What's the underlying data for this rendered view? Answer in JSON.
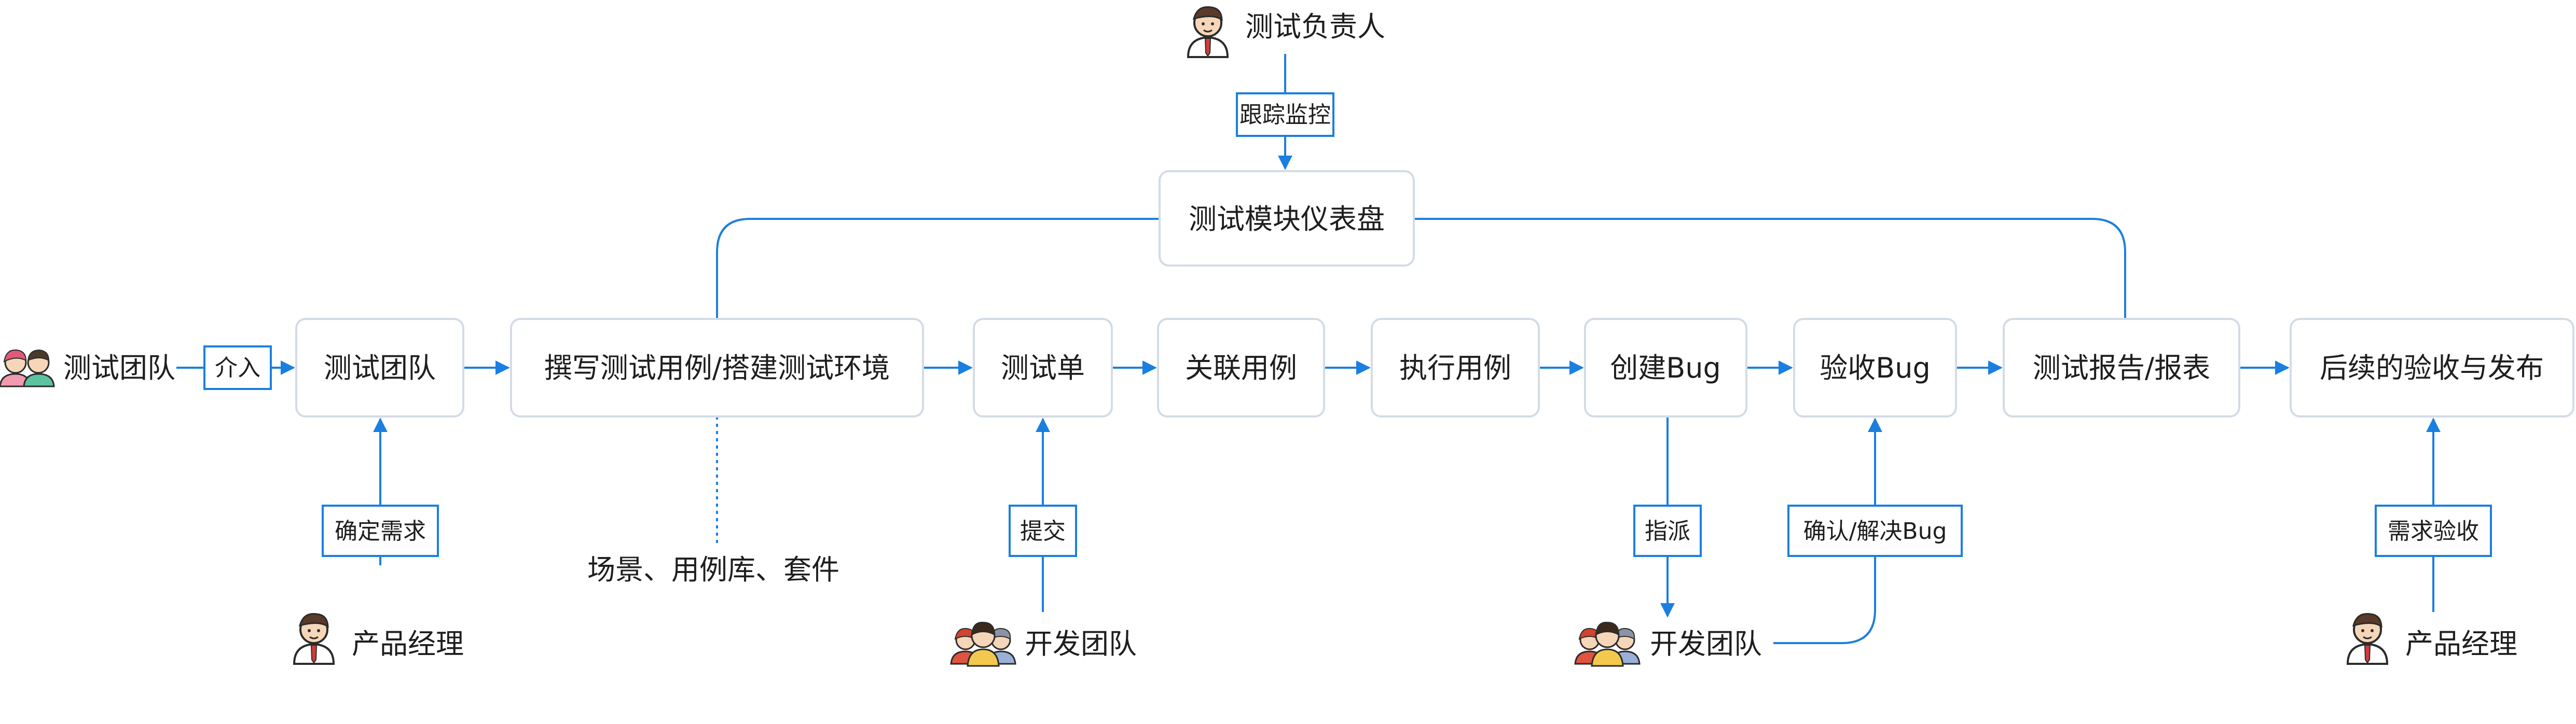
{
  "top_actor": {
    "label": "测试负责人",
    "icon": "manager-avatar-icon"
  },
  "top_edge_label": "跟踪监控",
  "dashboard": "测试模块仪表盘",
  "flow": {
    "test_team": "测试团队",
    "write_cases": "撰写测试用例/搭建测试环境",
    "test_sheet": "测试单",
    "link_cases": "关联用例",
    "run_cases": "执行用例",
    "create_bug": "创建Bug",
    "verify_bug": "验收Bug",
    "report": "测试报告/报表",
    "release": "后续的验收与发布"
  },
  "left_actor": {
    "label": "测试团队",
    "icon": "team-avatars-icon"
  },
  "left_edge_label": "介入",
  "pm1": {
    "label": "产品经理",
    "icon": "manager-avatar-icon"
  },
  "pm1_edge_label": "确定需求",
  "cases_note": "场景、用例库、套件",
  "dev1": {
    "label": "开发团队",
    "icon": "dev-team-avatars-icon"
  },
  "dev1_edge_label": "提交",
  "dev2": {
    "label": "开发团队",
    "icon": "dev-team-avatars-icon"
  },
  "assign_label": "指派",
  "resolve_label": "确认/解决Bug",
  "pm2": {
    "label": "产品经理",
    "icon": "manager-avatar-icon"
  },
  "pm2_edge_label": "需求验收"
}
